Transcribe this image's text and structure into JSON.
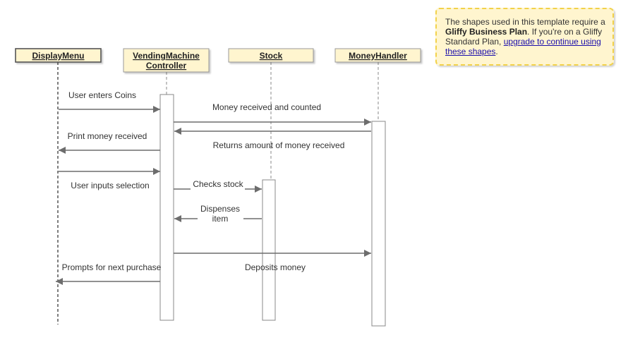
{
  "lifelines": [
    {
      "id": "display",
      "label_lines": [
        "DisplayMenu"
      ]
    },
    {
      "id": "controller",
      "label_lines": [
        "VendingMachine",
        "Controller"
      ]
    },
    {
      "id": "stock",
      "label_lines": [
        "Stock"
      ]
    },
    {
      "id": "money",
      "label_lines": [
        "MoneyHandler"
      ]
    }
  ],
  "messages": [
    {
      "from": "display",
      "to": "controller",
      "label_lines": [
        "User enters Coins"
      ]
    },
    {
      "from": "controller",
      "to": "money",
      "label_lines": [
        "Money received and counted"
      ]
    },
    {
      "from": "money",
      "to": "controller",
      "label_lines": [
        "Returns amount of money received"
      ]
    },
    {
      "from": "controller",
      "to": "display",
      "label_lines": [
        "Print money received"
      ]
    },
    {
      "from": "display",
      "to": "controller",
      "label_lines": [
        "User inputs selection"
      ]
    },
    {
      "from": "controller",
      "to": "stock",
      "label_lines": [
        "Checks stock"
      ]
    },
    {
      "from": "stock",
      "to": "controller",
      "label_lines": [
        "Dispenses",
        "item"
      ]
    },
    {
      "from": "controller",
      "to": "money",
      "label_lines": [
        "Deposits money"
      ]
    },
    {
      "from": "controller",
      "to": "display",
      "label_lines": [
        "Prompts for next purchase"
      ]
    }
  ],
  "note": {
    "text_1": "The shapes used in this template require a ",
    "bold": "Gliffy Business Plan",
    "text_2": ".  If you're on a Gliffy Standard Plan, ",
    "link": "upgrade to continue using these shapes",
    "text_3": "."
  },
  "colors": {
    "header_fill": "#fff5cf",
    "header_border": "#999999",
    "arrow": "#6d6d6d",
    "note_border": "#f2d24a"
  }
}
